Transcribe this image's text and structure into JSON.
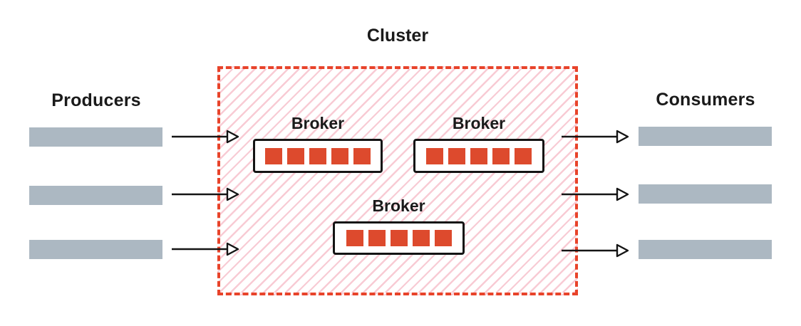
{
  "producers": {
    "label": "Producers",
    "count": 3
  },
  "consumers": {
    "label": "Consumers",
    "count": 3
  },
  "cluster": {
    "label": "Cluster",
    "brokers": [
      {
        "label": "Broker",
        "partition_count": 5
      },
      {
        "label": "Broker",
        "partition_count": 5
      },
      {
        "label": "Broker",
        "partition_count": 5
      }
    ]
  },
  "colors": {
    "cluster_border": "#e8432a",
    "cluster_hatch": "#f8cbd4",
    "partition_red": "#dd4a2d",
    "bar_gray": "#acb8c2",
    "stroke_black": "#141414"
  }
}
